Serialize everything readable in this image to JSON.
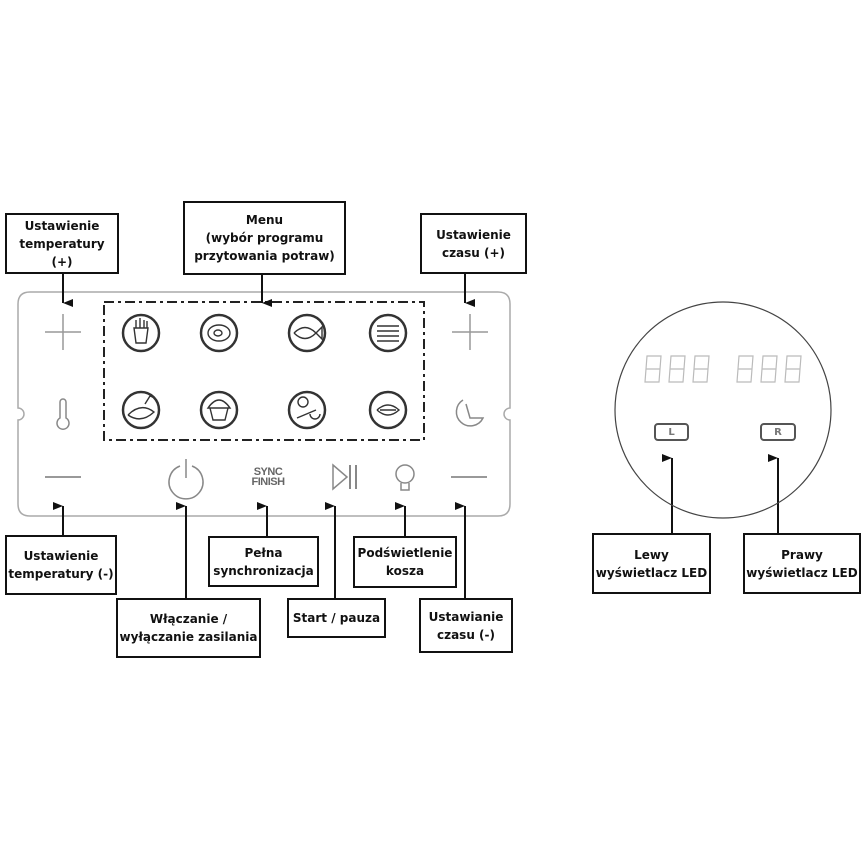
{
  "labels": {
    "temp_plus": [
      "Ustawienie",
      "temperatury (+)"
    ],
    "menu": [
      "Menu",
      "(wybór programu",
      "przytowania potraw)"
    ],
    "time_plus": [
      "Ustawienie",
      "czasu (+)"
    ],
    "temp_minus": [
      "Ustawienie",
      "temperatury (-)"
    ],
    "power": [
      "Włączanie /",
      "wyłączanie zasilania"
    ],
    "sync": [
      "Pełna",
      "synchronizacja"
    ],
    "start": [
      "Start / pauza"
    ],
    "light": [
      "Podświetlenie",
      "kosza"
    ],
    "time_minus": [
      "Ustawianie",
      "czasu (-)"
    ],
    "left_led": [
      "Lewy",
      "wyświetlacz LED"
    ],
    "right_led": [
      "Prawy",
      "wyświetlacz LED"
    ]
  },
  "panel": {
    "sync_button": [
      "SYNC",
      "FINISH"
    ],
    "menu_icons": [
      "fries-icon",
      "steak-icon",
      "fish-icon",
      "bacon-icon",
      "chicken-icon",
      "muffin-icon",
      "vegetables-icon",
      "sausage-icon"
    ]
  },
  "display": {
    "left_key": "L",
    "right_key": "R",
    "left_digits": "888",
    "right_digits": "888"
  }
}
